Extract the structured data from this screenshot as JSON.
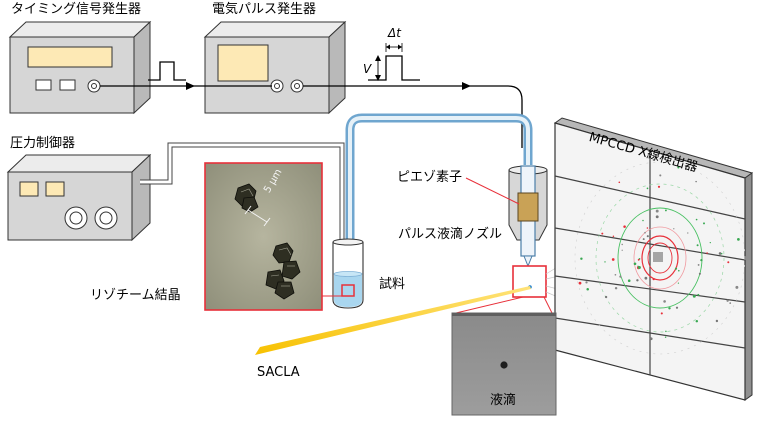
{
  "labels": {
    "timing_generator": "タイミング信号発生器",
    "pulse_generator": "電気パルス発生器",
    "pressure_controller": "圧力制御器",
    "piezo": "ピエゾ素子",
    "nozzle": "パルス液滴ノズル",
    "crystal": "リゾチーム結晶",
    "sample": "試料",
    "detector": "MPCCD X線検出器",
    "sacla": "SACLA",
    "droplet": "液滴",
    "scale": "5 μm",
    "delta_t": "Δt",
    "voltage": "V"
  },
  "colors": {
    "device_body": "#d6d6d6",
    "display": "#fde9b5",
    "tube_outer": "#7fb1d6",
    "tube_inner": "#e6f1f8",
    "piezo": "#c9a256",
    "xray_beam": "#f5b800",
    "highlight_box": "#e8303a",
    "water": "#a9d6ef"
  }
}
